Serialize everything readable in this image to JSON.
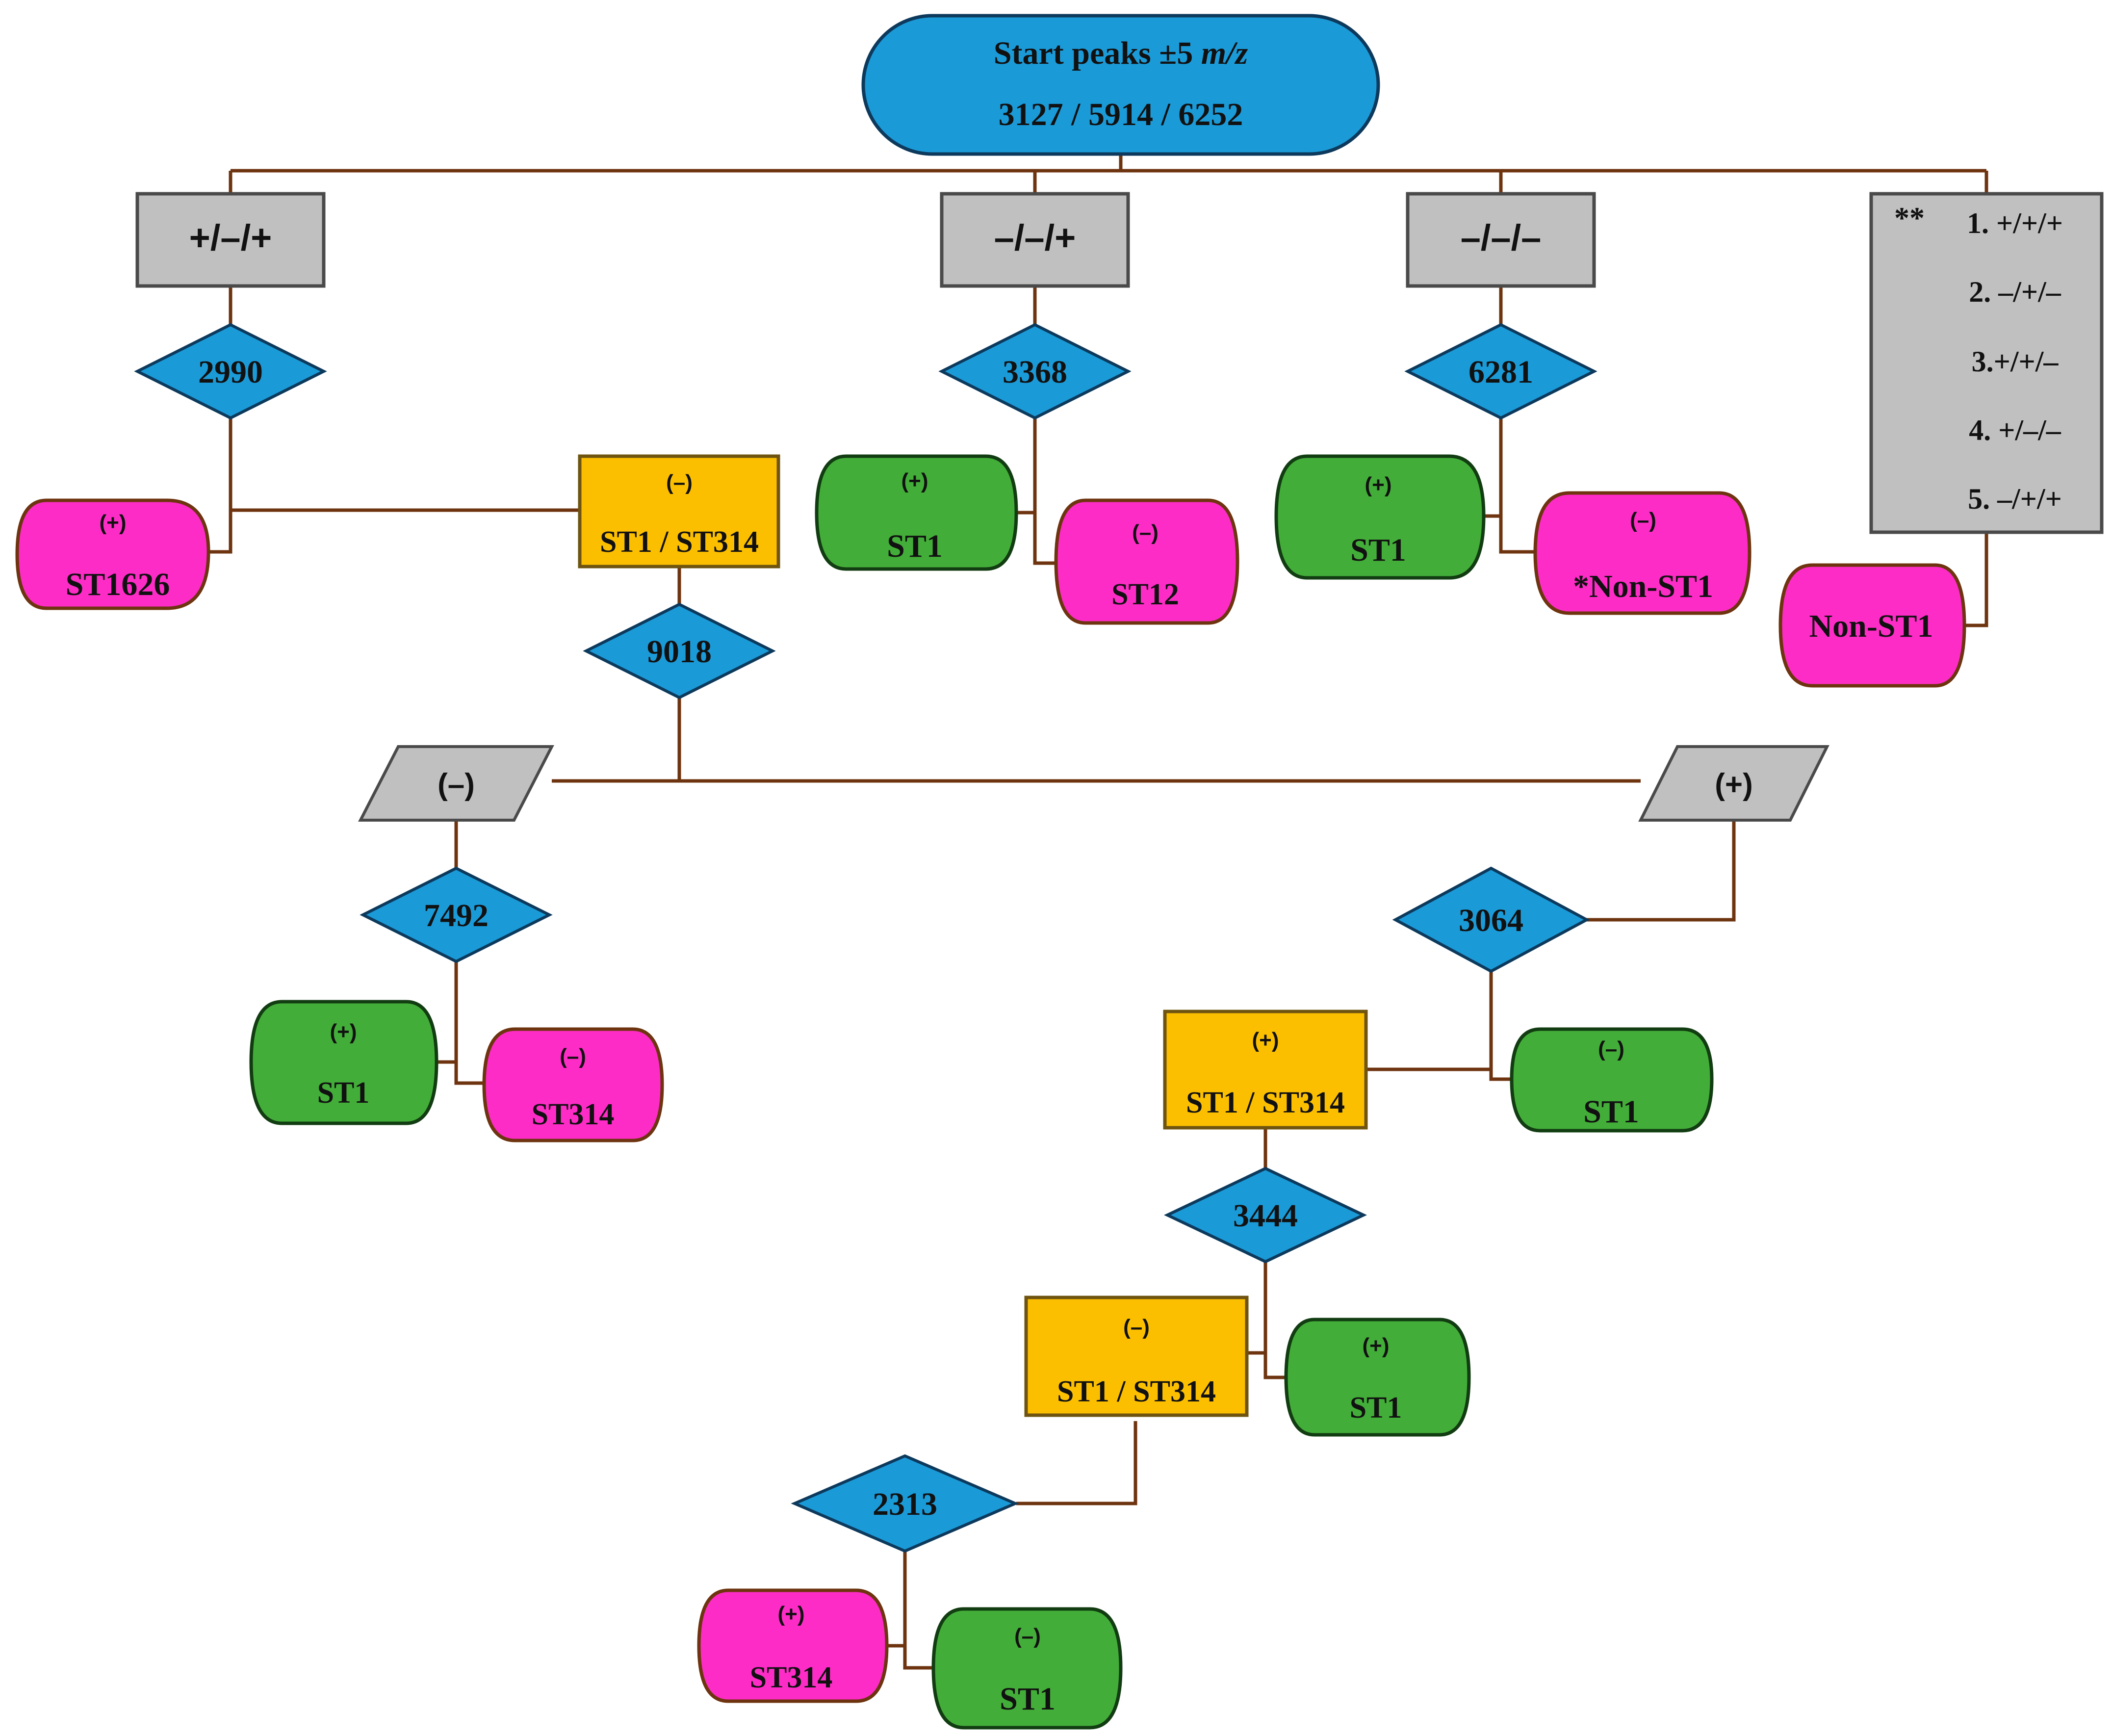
{
  "start": {
    "line1_prefix": "Start peaks  ±5 ",
    "line1_italic": "m/z",
    "line2": "3127 / 5914 / 6252"
  },
  "patterns": {
    "p1": "+/–/+",
    "p2": "–/–/+",
    "p3": "–/–/–",
    "other_marker": "**",
    "other_items": [
      "1. +/+/+",
      "2. –/+/–",
      "3.+/+/–",
      "4. +/–/–",
      "5. –/+/+"
    ]
  },
  "peaks": {
    "k2990": "2990",
    "k3368": "3368",
    "k6281": "6281",
    "k9018": "9018",
    "k7492": "7492",
    "k3064": "3064",
    "k3444": "3444",
    "k2313": "2313"
  },
  "results": {
    "st1626": {
      "sign": "(+)",
      "label": "ST1626"
    },
    "mixA": {
      "sign": "(–)",
      "label": "ST1 / ST314"
    },
    "st1_b": {
      "sign": "(+)",
      "label": "ST1"
    },
    "st12": {
      "sign": "(–)",
      "label": "ST12"
    },
    "st1_c": {
      "sign": "(+)",
      "label": "ST1"
    },
    "nonst1_star": {
      "sign": "(–)",
      "label": "*Non-ST1"
    },
    "nonst1": {
      "label": "Non-ST1"
    },
    "st1_d": {
      "sign": "(+)",
      "label": "ST1"
    },
    "st314_a": {
      "sign": "(–)",
      "label": "ST314"
    },
    "mixB": {
      "sign": "(+)",
      "label": "ST1 / ST314"
    },
    "st1_e": {
      "sign": "(–)",
      "label": "ST1"
    },
    "st1_f": {
      "sign": "(+)",
      "label": "ST1"
    },
    "mixC": {
      "sign": "(–)",
      "label": "ST1 / ST314"
    },
    "st314_b": {
      "sign": "(+)",
      "label": "ST314"
    },
    "st1_g": {
      "sign": "(–)",
      "label": "ST1"
    }
  },
  "branches": {
    "neg": "(–)",
    "pos": "(+)"
  }
}
